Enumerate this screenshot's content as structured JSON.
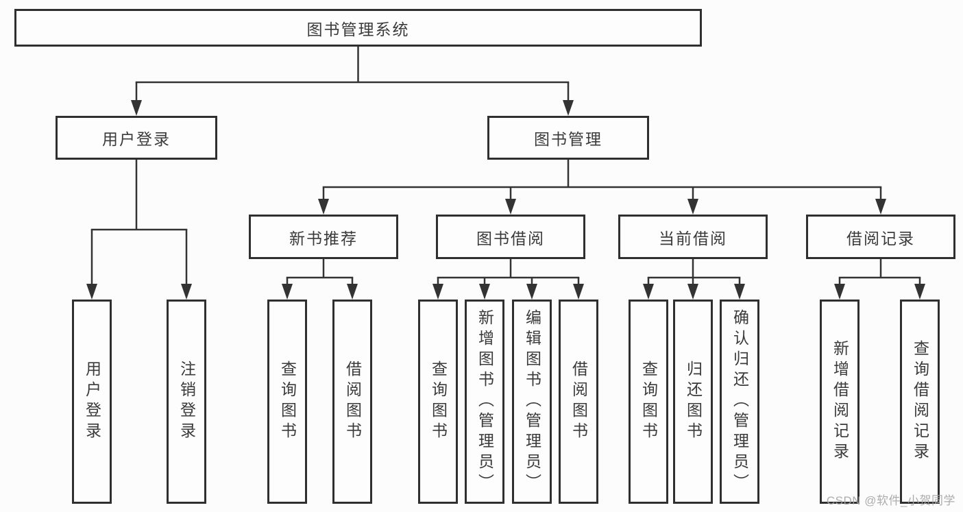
{
  "diagram": {
    "root": {
      "label": "图书管理系统"
    },
    "branches": [
      {
        "label": "用户登录",
        "leaves": [
          {
            "label": "用户登录"
          },
          {
            "label": "注销登录"
          }
        ]
      },
      {
        "label": "图书管理",
        "groups": [
          {
            "label": "新书推荐",
            "leaves": [
              {
                "label": "查询图书"
              },
              {
                "label": "借阅图书"
              }
            ]
          },
          {
            "label": "图书借阅",
            "leaves": [
              {
                "label": "查询图书"
              },
              {
                "label": "新增图书（管理员）"
              },
              {
                "label": "编辑图书（管理员）"
              },
              {
                "label": "借阅图书"
              }
            ]
          },
          {
            "label": "当前借阅",
            "leaves": [
              {
                "label": "查询图书"
              },
              {
                "label": "归还图书"
              },
              {
                "label": "确认归还（管理员）"
              }
            ]
          },
          {
            "label": "借阅记录",
            "leaves": [
              {
                "label": "新增借阅记录"
              },
              {
                "label": "查询借阅记录"
              }
            ]
          }
        ]
      }
    ]
  },
  "watermark": {
    "text": "CSDN @软件_小贺同学"
  },
  "colors": {
    "line": "#333333",
    "box_border": "#2f2f2f",
    "text": "#3a3a3a",
    "watermark": "#a6a6a6",
    "background": "#fcfcfc"
  }
}
